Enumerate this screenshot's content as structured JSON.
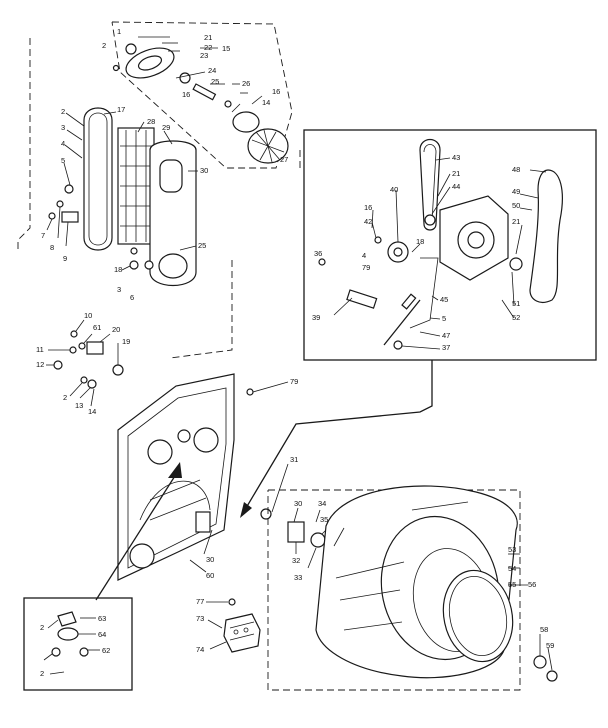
{
  "callouts": {
    "top_assembly": [
      "1",
      "21",
      "22",
      "23",
      "15",
      "24",
      "25",
      "26",
      "16",
      "14",
      "27",
      "2",
      "16"
    ],
    "rear_panel": [
      "2",
      "3",
      "4",
      "5",
      "7",
      "8",
      "9",
      "17",
      "28",
      "29",
      "30",
      "25",
      "18",
      "3",
      "6"
    ],
    "inset_drive": [
      "43",
      "21",
      "44",
      "40",
      "18",
      "42",
      "16",
      "48",
      "49",
      "50",
      "21",
      "36",
      "4",
      "79",
      "39",
      "45",
      "5",
      "47",
      "37",
      "51",
      "52"
    ],
    "switch_parts": [
      "10",
      "61",
      "20",
      "19",
      "11",
      "12",
      "2",
      "13",
      "14"
    ],
    "bulkhead": [
      "79",
      "31",
      "30",
      "60",
      "30",
      "34",
      "35",
      "32",
      "33"
    ],
    "drum": [
      "53",
      "54",
      "55",
      "56",
      "58",
      "59"
    ],
    "lower_left": [
      "63",
      "64",
      "62",
      "2",
      "2"
    ],
    "terminal_block": [
      "77",
      "73",
      "74"
    ]
  }
}
